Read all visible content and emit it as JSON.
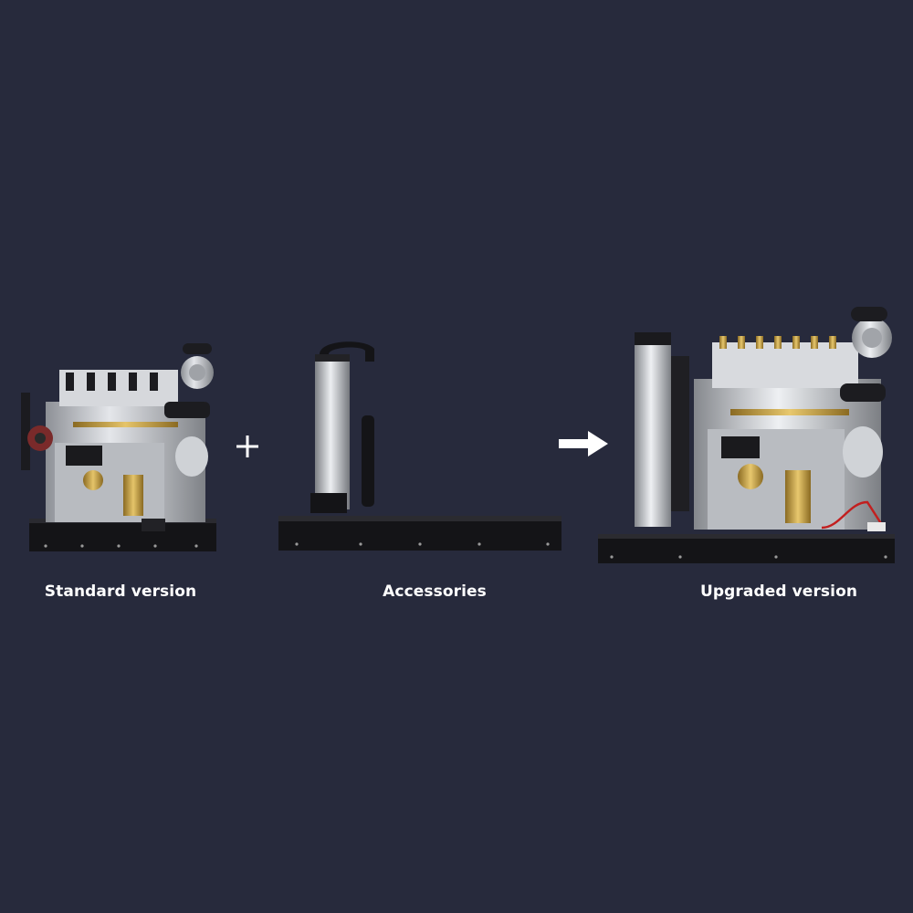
{
  "labels": {
    "standard": "Standard version",
    "accessories": "Accessories",
    "upgraded": "Upgraded version"
  },
  "operators": {
    "plus": "plus-icon",
    "arrow": "arrow-right-icon"
  },
  "colors": {
    "background": "#272a3c",
    "label": "#ffffff",
    "brass": "#c9a44a",
    "chrome": "#c8cbd0",
    "base": "#111114"
  }
}
